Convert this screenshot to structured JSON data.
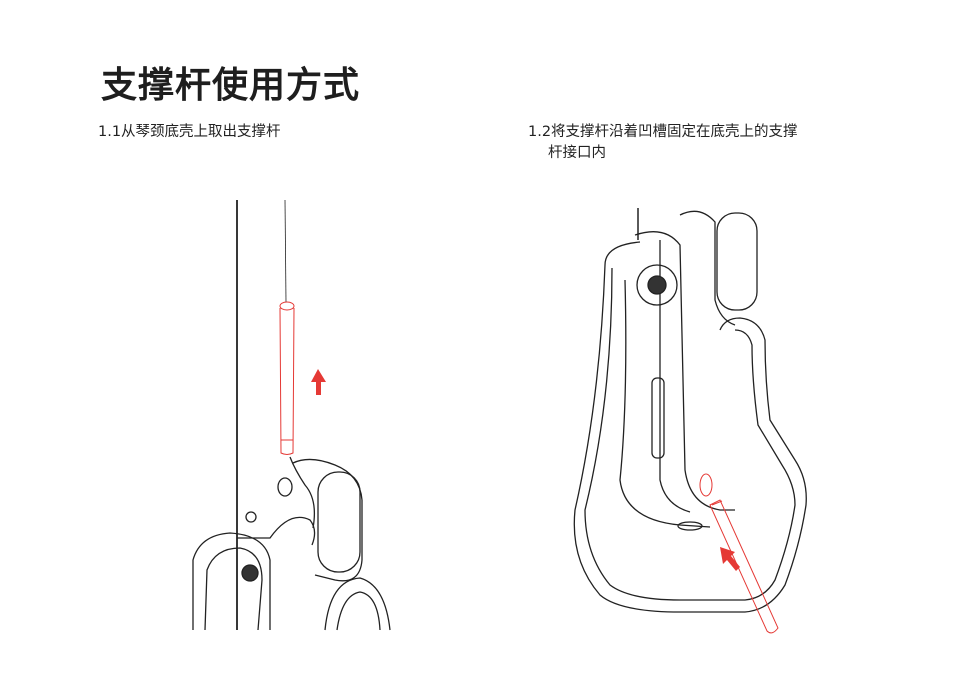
{
  "page": {
    "title": "支撑杆使用方式",
    "steps": [
      {
        "text": "1.1从琴颈底壳上取出支撑杆"
      },
      {
        "line1": "1.2将支撑杆沿着凹槽固定在底壳上的支撑",
        "line2": "杆接口内"
      }
    ]
  },
  "colors": {
    "accent": "#e53935",
    "line": "#222222"
  }
}
